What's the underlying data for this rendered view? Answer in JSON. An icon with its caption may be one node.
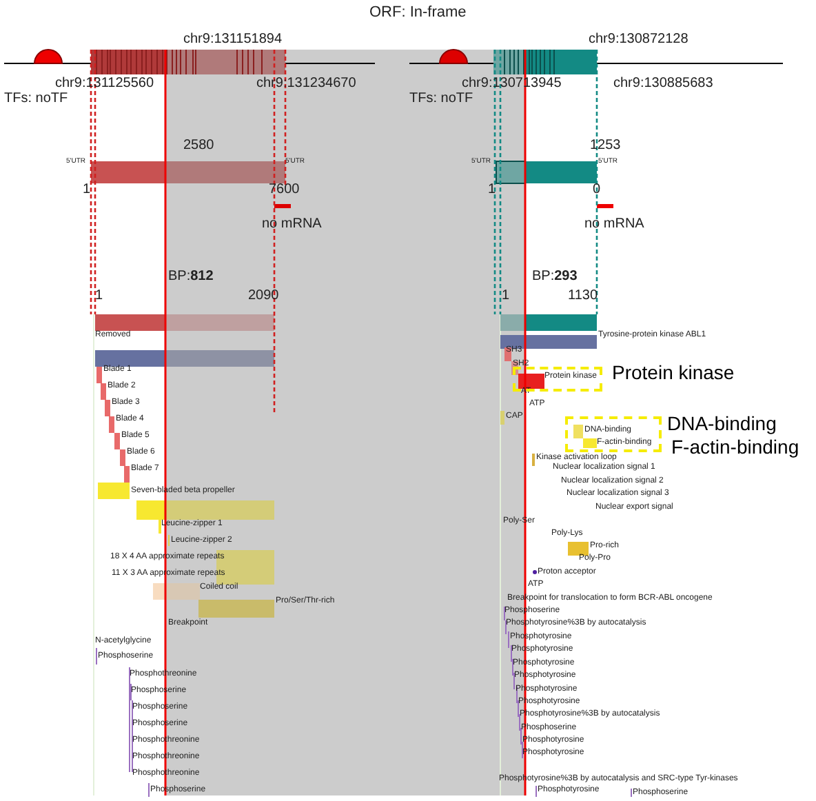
{
  "diagram": {
    "title": "ORF: In-frame",
    "nodes": [
      {
        "text": [
          "Protein kinase"
        ],
        "beside": [
          "Protein kinase"
        ]
      },
      {
        "text": [
          "DNA-binding",
          "F-actin-binding"
        ],
        "beside": [
          "DNA-binding",
          "F-actin-binding"
        ]
      }
    ],
    "labels": [
      "chr9:131151894",
      "chr9:130872128",
      "chr9:131125560",
      "chr9:131234670",
      "chr9:130713945",
      "chr9:130885683",
      "TFs: noTF",
      "TFs: noTF",
      "2580",
      "1253",
      "5'UTR",
      "5'UTR",
      "5'UTR",
      "5'UTR",
      "1",
      "7600",
      "1",
      "0",
      "no mRNA",
      "no mRNA",
      "BP:**812**",
      "BP:**293**",
      "1",
      "2090",
      "1",
      "1130",
      "Removed",
      "Tyrosine-protein kinase ABL1",
      "SH3",
      "Blade 1",
      "SH2",
      "Blade 2",
      "AT",
      "Blade 3",
      "ATP",
      "CAP",
      "Blade 4",
      "Blade 5",
      "Blade 6",
      "Kinase activation loop",
      "Blade 7",
      "Nuclear localization signal 1",
      "Nuclear localization signal 2",
      "Seven-bladed beta propeller",
      "Nuclear localization signal 3",
      "Nuclear export signal",
      "Leucine-zipper 1",
      "Poly-Ser",
      "Poly-Lys",
      "Leucine-zipper 2",
      "Pro-rich",
      "18 X 4 AA approximate repeats",
      "Poly-Pro",
      "11 X 3 AA approximate repeats",
      "Proton acceptor",
      "ATP",
      "Coiled coil",
      "Pro/Ser/Thr-rich",
      "Breakpoint for translocation to form BCR-ABL oncogene",
      "Phosphoserine",
      "Breakpoint",
      "Phosphotyrosine%3B by autocatalysis",
      "Phosphotyrosine",
      "N-acetylglycine",
      "Phosphotyrosine",
      "Phosphoserine",
      "Phosphotyrosine",
      "Phosphothreonine",
      "Phosphotyrosine",
      "Phosphoserine",
      "Phosphotyrosine",
      "Phosphotyrosine",
      "Phosphoserine",
      "Phosphotyrosine%3B by autocatalysis",
      "Phosphoserine",
      "Phosphoserine",
      "Phosphothreonine",
      "Phosphotyrosine",
      "Phosphotyrosine",
      "Phosphothreonine",
      "Phosphothreonine",
      "Phosphotyrosine%3B by autocatalysis and SRC-type Tyr-kinases",
      "Phosphoserine",
      "Phosphotyrosine",
      "Phosphoserine"
    ]
  }
}
